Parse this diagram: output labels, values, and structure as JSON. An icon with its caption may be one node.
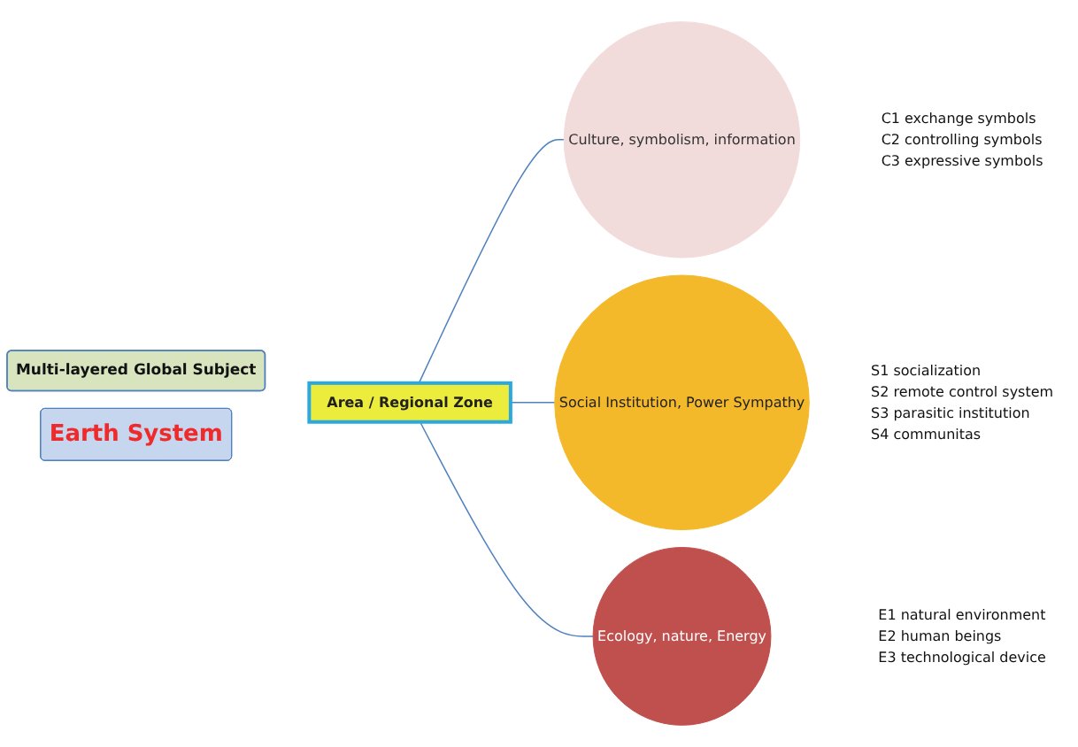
{
  "diagram": {
    "nodes": [
      {
        "text": [
          "Multi-layered Global Subject"
        ]
      },
      {
        "text": [
          "Earth System"
        ]
      },
      {
        "text": [
          "Area / Regional Zone"
        ]
      },
      {
        "text": [
          "Culture, symbolism, information"
        ],
        "beside": [
          "C1 exchange symbols",
          "C2 controlling symbols",
          "C3 expressive symbols"
        ]
      },
      {
        "text": [
          "Social Institution, Power Sympathy"
        ],
        "beside": [
          "S1 socialization",
          "S2 remote control system",
          "S3 parasitic institution",
          "S4 communitas"
        ]
      },
      {
        "text": [
          "Ecology, nature, Energy"
        ],
        "beside": [
          "E1 natural environment",
          "E2 human beings",
          "E3 technological  device"
        ]
      }
    ],
    "edges": [
      {
        "from": 2,
        "to": 3,
        "arrow": "none"
      },
      {
        "from": 2,
        "to": 4,
        "arrow": "none"
      },
      {
        "from": 2,
        "to": 5,
        "arrow": "none"
      }
    ]
  }
}
